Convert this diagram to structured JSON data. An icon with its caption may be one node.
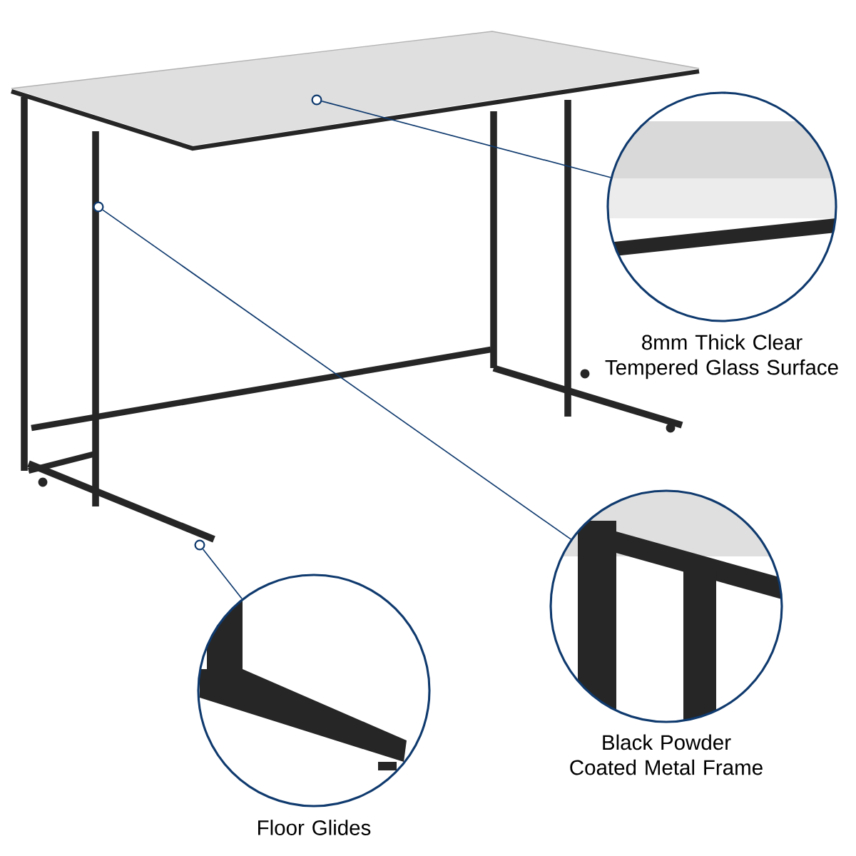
{
  "diagram": {
    "nodes": [
      {
        "text": [
          "8mm Thick Clear Tempered Glass Surface"
        ]
      },
      {
        "text": [
          "Black Powder Coated Metal Frame"
        ]
      },
      {
        "text": [
          "Floor Glides"
        ]
      },
      {
        "text": [],
        "shape": "circle"
      },
      {
        "text": [],
        "shape": "circle"
      },
      {
        "text": [],
        "shape": "circle"
      }
    ],
    "edges": [
      {
        "from": 0,
        "to": 3,
        "arrow": "none"
      },
      {
        "from": 1,
        "to": 4,
        "arrow": "none"
      },
      {
        "from": 2,
        "to": 5,
        "arrow": "none"
      }
    ]
  }
}
